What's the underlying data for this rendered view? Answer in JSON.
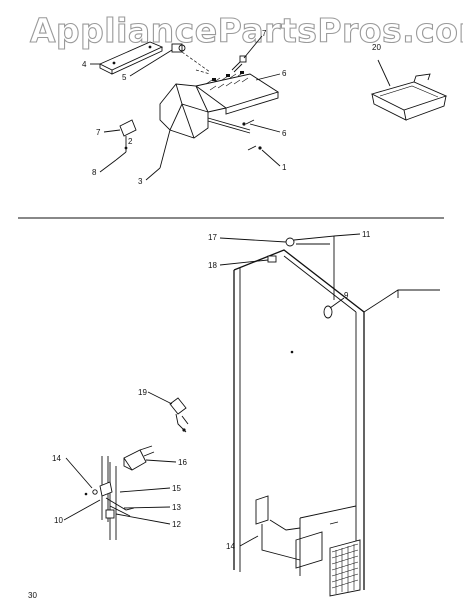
{
  "watermark": "AppliancePartsPros.com",
  "page_number": "30",
  "callouts": {
    "c4": "4",
    "c5": "5",
    "c7top": "7",
    "c6a": "6",
    "c6b": "6",
    "c1": "1",
    "c2": "2",
    "c7": "7",
    "c8": "8",
    "c3": "3",
    "c20": "20",
    "c17": "17",
    "c11": "11",
    "c18": "18",
    "c9": "9",
    "c19": "19",
    "c14a": "14",
    "c16": "16",
    "c15": "15",
    "c13": "13",
    "c10": "10",
    "c12": "12",
    "c14b": "14"
  }
}
